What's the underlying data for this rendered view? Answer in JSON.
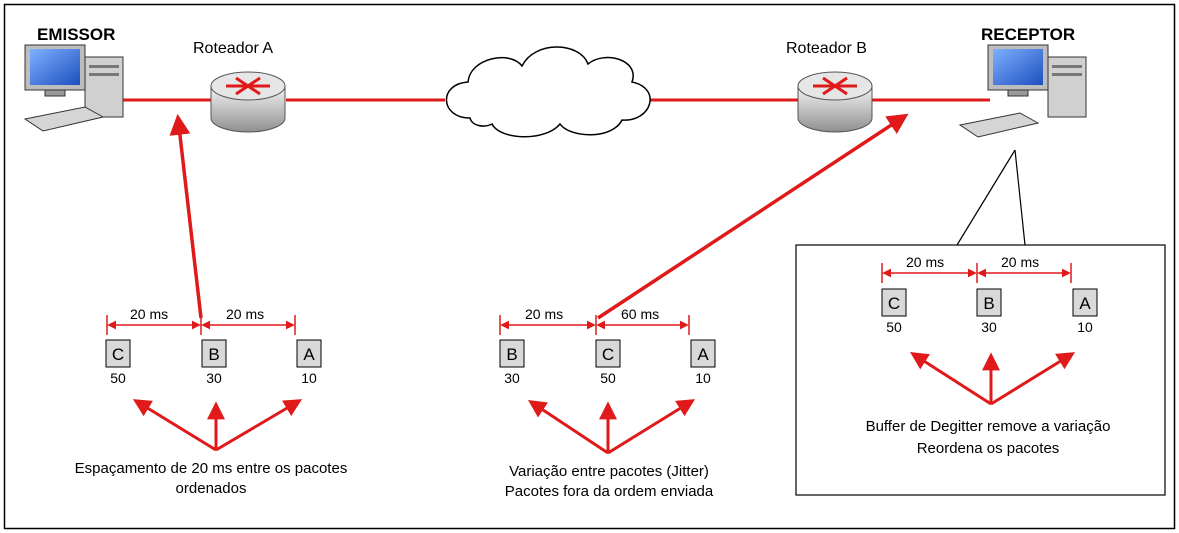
{
  "nodes": {
    "sender": "EMISSOR",
    "router_a": "Roteador A",
    "router_b": "Roteador B",
    "receiver": "RECEPTOR"
  },
  "groups": {
    "sender_side": {
      "intervals": [
        "20 ms",
        "20 ms"
      ],
      "packets": [
        {
          "letter": "C",
          "number": "50"
        },
        {
          "letter": "B",
          "number": "30"
        },
        {
          "letter": "A",
          "number": "10"
        }
      ],
      "caption_lines": [
        "Espaçamento de 20 ms entre os pacotes",
        "ordenados"
      ]
    },
    "network_side": {
      "intervals": [
        "20 ms",
        "60 ms"
      ],
      "packets": [
        {
          "letter": "B",
          "number": "30"
        },
        {
          "letter": "C",
          "number": "50"
        },
        {
          "letter": "A",
          "number": "10"
        }
      ],
      "caption_lines": [
        "Variação entre pacotes (Jitter)",
        "Pacotes fora da ordem enviada"
      ]
    },
    "receiver_side": {
      "intervals": [
        "20 ms",
        "20 ms"
      ],
      "packets": [
        {
          "letter": "C",
          "number": "50"
        },
        {
          "letter": "B",
          "number": "30"
        },
        {
          "letter": "A",
          "number": "10"
        }
      ],
      "caption_lines": [
        "Buffer de Degitter remove a variação",
        "Reordena os pacotes"
      ]
    }
  },
  "colors": {
    "link": "#e01a1a",
    "packet_fill": "#d9d9d9",
    "cloud_fill": "#ffffff",
    "frame": "#000000"
  },
  "icons": [
    "computer-icon",
    "router-icon",
    "cloud-icon"
  ]
}
